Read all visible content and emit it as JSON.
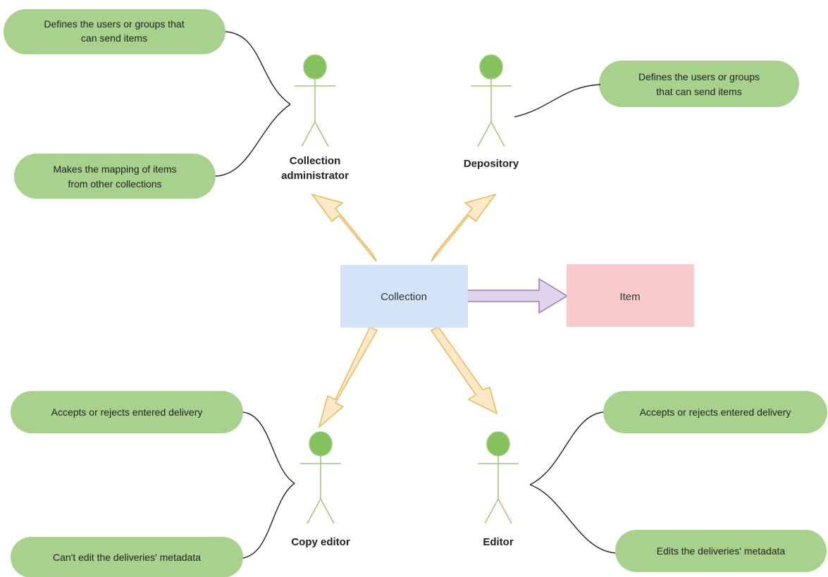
{
  "colors": {
    "note_fill": "#a9d18e",
    "actor_stroke": "#9dc97a",
    "actor_head": "#86c160",
    "arrow_orange_fill": "#fde9c7",
    "arrow_orange_stroke": "#e7b85a",
    "arrow_purple_fill": "#e2d3ec",
    "arrow_purple_stroke": "#9a7bb3",
    "collection_fill": "#d4e3f7",
    "item_fill": "#f8caca",
    "connector": "#222222"
  },
  "collection": {
    "label": "Collection"
  },
  "item": {
    "label": "Item"
  },
  "actors": {
    "collection_admin": {
      "label_line1": "Collection",
      "label_line2": "administrator",
      "notes": [
        {
          "line1": "Defines the users or groups that",
          "line2": "can send items"
        },
        {
          "line1": "Makes the mapping of items",
          "line2": "from other collections"
        }
      ]
    },
    "depository": {
      "label": "Depository",
      "notes": [
        {
          "line1": "Defines the users or groups",
          "line2": "that can send items"
        }
      ]
    },
    "copy_editor": {
      "label": "Copy editor",
      "notes": [
        {
          "line1": "Accepts or rejects entered delivery"
        },
        {
          "line1": "Can't edit the deliveries' metadata"
        }
      ]
    },
    "editor": {
      "label": "Editor",
      "notes": [
        {
          "line1": "Accepts or rejects entered delivery"
        },
        {
          "line1": "Edits the deliveries' metadata"
        }
      ]
    }
  }
}
